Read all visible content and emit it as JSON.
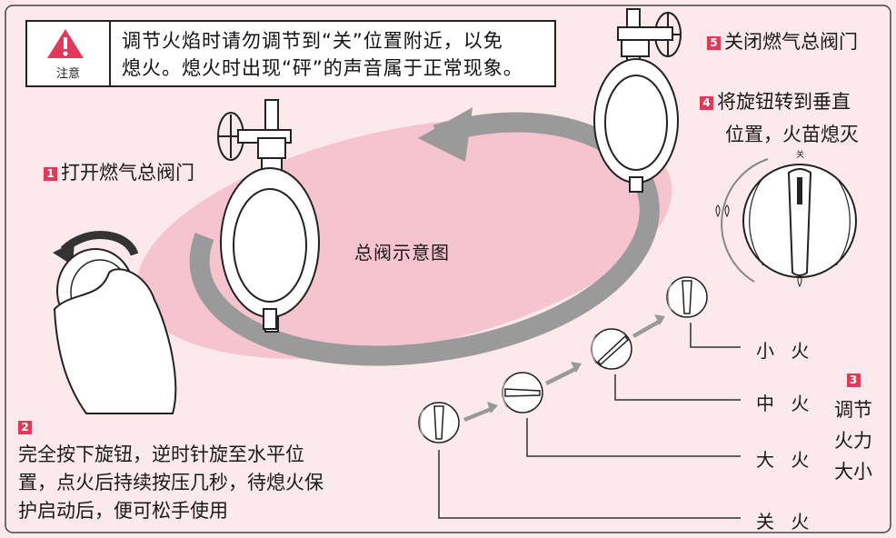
{
  "warning": {
    "label": "注意",
    "line1": "调节火焰时请勿调节到“关”位置附近，以免",
    "line2": "熄火。熄火时出现“砰”的声音属于正常现象。"
  },
  "center_label": "总阀示意图",
  "steps": [
    {
      "num": "1",
      "text": "打开燃气总阀门"
    },
    {
      "num": "2",
      "lines": [
        "完全按下旋钮，逆时针旋至水平位",
        "置，点火后持续按压几秒，待熄火保",
        "护启动后，便可松手使用"
      ]
    },
    {
      "num": "3",
      "lines": [
        "调节",
        "火力",
        "大小"
      ]
    },
    {
      "num": "4",
      "lines": [
        "将旋钮转到垂直",
        "位置，火苗熄灭"
      ]
    },
    {
      "num": "5",
      "text": "关闭燃气总阀门"
    }
  ],
  "knob_marks": {
    "off": "关"
  },
  "positions": [
    "小 火",
    "中 火",
    "大 火",
    "关 火"
  ],
  "colors": {
    "accent": "#e03a5a",
    "ellipse": "#f6c4cf",
    "arrow": "#9a9a9a",
    "background": "#fbe9ec"
  }
}
